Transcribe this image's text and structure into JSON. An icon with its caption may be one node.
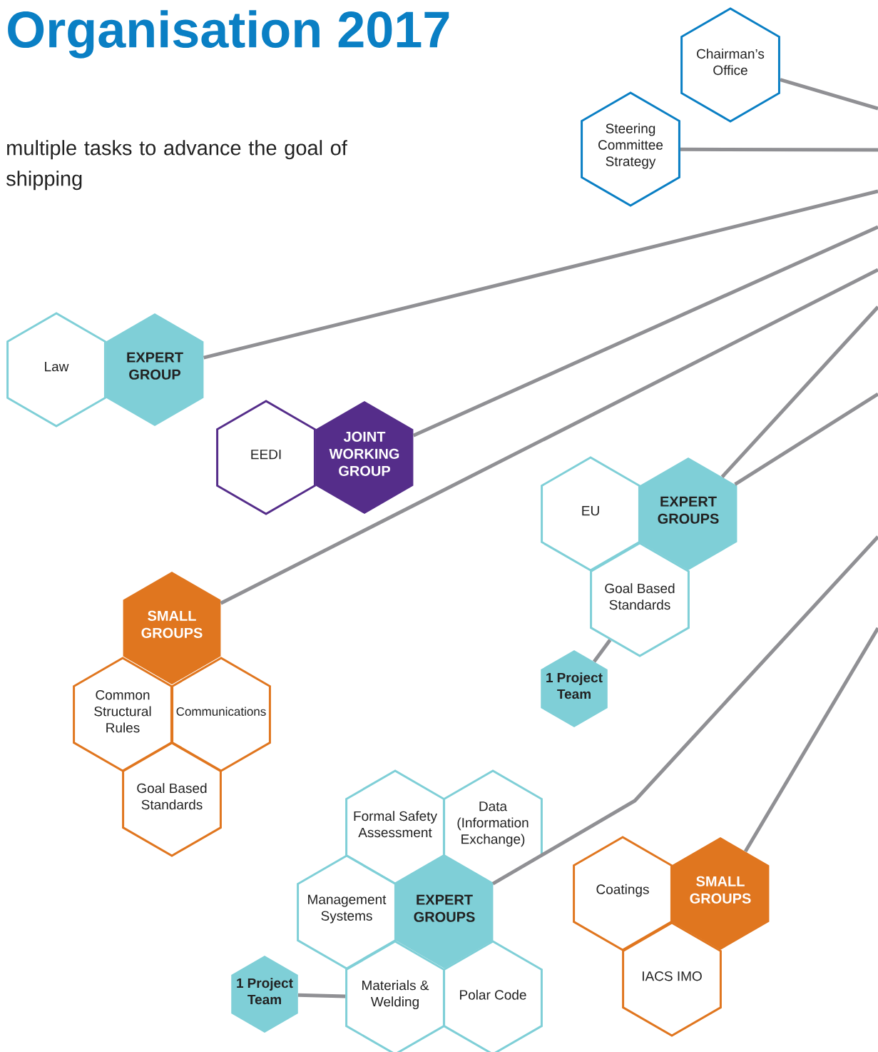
{
  "diagram": {
    "title": "Organisation 2017",
    "nodes": [
      {
        "text": [
          "Chairman’s Office"
        ]
      },
      {
        "text": [
          "Steering Committee Strategy"
        ]
      },
      {
        "text": [
          "Law"
        ]
      },
      {
        "text": [
          "EXPERT GROUP"
        ]
      },
      {
        "text": [
          "EEDI"
        ]
      },
      {
        "text": [
          "JOINT WORKING GROUP"
        ]
      },
      {
        "text": [
          "EU"
        ]
      },
      {
        "text": [
          "EXPERT GROUPS"
        ]
      },
      {
        "text": [
          "Goal Based Standards"
        ]
      },
      {
        "text": [
          "1 Project Team"
        ]
      },
      {
        "text": [
          "SMALL GROUPS"
        ]
      },
      {
        "text": [
          "Common Structural Rules"
        ]
      },
      {
        "text": [
          "Communications"
        ]
      },
      {
        "text": [
          "Goal Based Standards"
        ]
      },
      {
        "text": [
          "Formal Safety Assessment"
        ]
      },
      {
        "text": [
          "Data (Information Exchange)"
        ]
      },
      {
        "text": [
          "Management Systems"
        ]
      },
      {
        "text": [
          "EXPERT GROUPS"
        ]
      },
      {
        "text": [
          "Materials & Welding"
        ]
      },
      {
        "text": [
          "Polar Code"
        ]
      },
      {
        "text": [
          "1 Project Team"
        ]
      },
      {
        "text": [
          "Coatings"
        ]
      },
      {
        "text": [
          "SMALL GROUPS"
        ]
      },
      {
        "text": [
          "IACS IMO"
        ]
      }
    ],
    "edges": [
      {
        "from": 0,
        "to": null,
        "arrow": "none"
      },
      {
        "from": 1,
        "to": null,
        "arrow": "none"
      },
      {
        "from": 3,
        "to": null,
        "arrow": "none"
      },
      {
        "from": 5,
        "to": null,
        "arrow": "none"
      },
      {
        "from": 10,
        "to": null,
        "arrow": "none"
      },
      {
        "from": 7,
        "to": null,
        "arrow": "none"
      },
      {
        "from": 7,
        "to": null,
        "arrow": "none"
      },
      {
        "from": 17,
        "to": null,
        "arrow": "none"
      },
      {
        "from": 22,
        "to": null,
        "arrow": "none"
      },
      {
        "from": 9,
        "to": 8,
        "arrow": "none"
      },
      {
        "from": 20,
        "to": 18,
        "arrow": "none"
      }
    ],
    "labels": [
      "multiple tasks to advance the goal of shipping"
    ]
  }
}
